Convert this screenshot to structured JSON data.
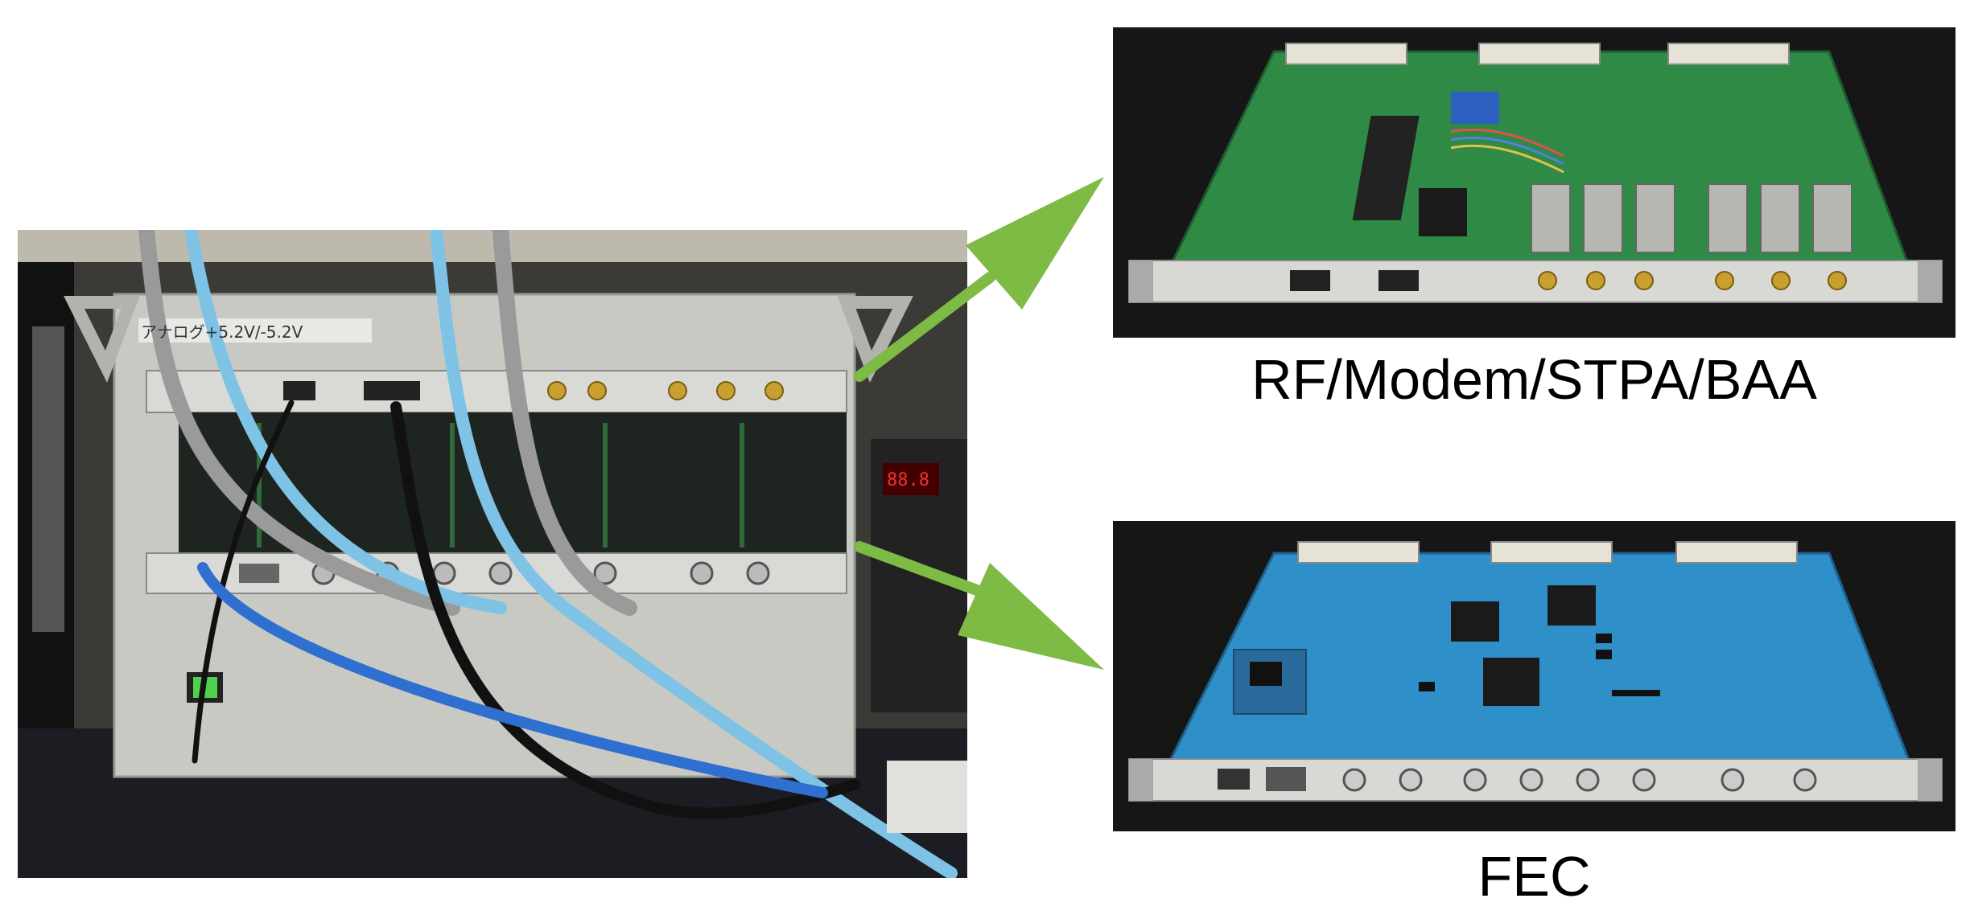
{
  "captions": {
    "rf_board": "RF/Modem/STPA/BAA",
    "fec_board": "FEC"
  },
  "chassis": {
    "label_text": "アナログ+5.2V/-5.2V"
  },
  "colors": {
    "arrow": "#7dbb45",
    "chassis_panel": "#c9c9c4",
    "green_pcb": "#2f8a46",
    "blue_pcb": "#2f8fc8",
    "cable_blue": "#7ec3e6",
    "cable_gray": "#9a9a9a"
  },
  "icons": [
    "arrow-to-rf-board",
    "arrow-to-fec-board"
  ]
}
